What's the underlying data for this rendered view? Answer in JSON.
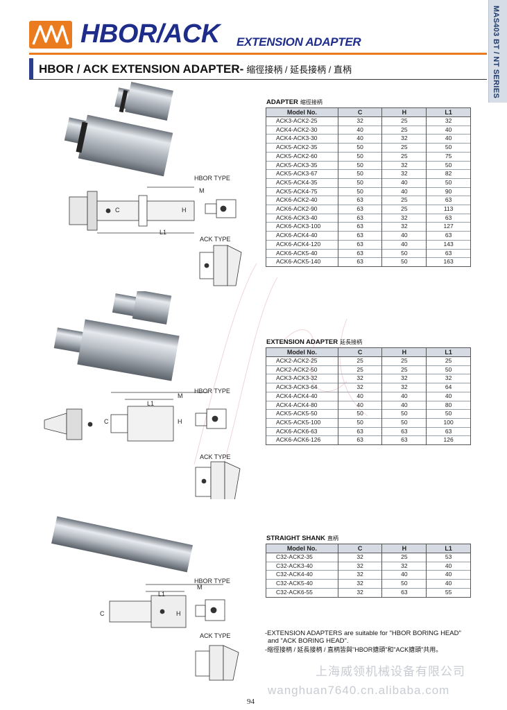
{
  "side_tab": "MAS403 BT / NT SERIES",
  "header": {
    "logo_text": "AW",
    "title": "HBOR/ACK",
    "subtitle": "EXTENSION ADAPTER",
    "section_heading": "HBOR / ACK EXTENSION ADAPTER-",
    "section_heading_cn": "缩徑接柄 / 延長接柄 / 直柄"
  },
  "labels": {
    "hbor_type": "HBOR TYPE",
    "ack_type": "ACK TYPE",
    "dim_m": "M",
    "dim_l1": "L1",
    "dim_c": "C",
    "dim_h": "H"
  },
  "tables": {
    "adapter": {
      "title": "ADAPTER",
      "title_cn": "缩徑接柄",
      "headers": [
        "Model No.",
        "C",
        "H",
        "L1"
      ],
      "rows": [
        [
          "ACK3-ACK2-25",
          "32",
          "25",
          "32"
        ],
        [
          "ACK4-ACK2-30",
          "40",
          "25",
          "40"
        ],
        [
          "ACK4-ACK3-30",
          "40",
          "32",
          "40"
        ],
        [
          "ACK5-ACK2-35",
          "50",
          "25",
          "50"
        ],
        [
          "ACK5-ACK2-60",
          "50",
          "25",
          "75"
        ],
        [
          "ACK5-ACK3-35",
          "50",
          "32",
          "50"
        ],
        [
          "ACK5-ACK3-67",
          "50",
          "32",
          "82"
        ],
        [
          "ACK5-ACK4-35",
          "50",
          "40",
          "50"
        ],
        [
          "ACK5-ACK4-75",
          "50",
          "40",
          "90"
        ],
        [
          "ACK6-ACK2-40",
          "63",
          "25",
          "63"
        ],
        [
          "ACK6-ACK2-90",
          "63",
          "25",
          "113"
        ],
        [
          "ACK6-ACK3-40",
          "63",
          "32",
          "63"
        ],
        [
          "ACK6-ACK3-100",
          "63",
          "32",
          "127"
        ],
        [
          "ACK6-ACK4-40",
          "63",
          "40",
          "63"
        ],
        [
          "ACK6-ACK4-120",
          "63",
          "40",
          "143"
        ],
        [
          "ACK6-ACK5-40",
          "63",
          "50",
          "63"
        ],
        [
          "ACK6-ACK5-140",
          "63",
          "50",
          "163"
        ]
      ]
    },
    "extension": {
      "title": "EXTENSION ADAPTER",
      "title_cn": "延長接柄",
      "headers": [
        "Model No.",
        "C",
        "H",
        "L1"
      ],
      "rows": [
        [
          "ACK2-ACK2-25",
          "25",
          "25",
          "25"
        ],
        [
          "ACK2-ACK2-50",
          "25",
          "25",
          "50"
        ],
        [
          "ACK3-ACK3-32",
          "32",
          "32",
          "32"
        ],
        [
          "ACK3-ACK3-64",
          "32",
          "32",
          "64"
        ],
        [
          "ACK4-ACK4-40",
          "40",
          "40",
          "40"
        ],
        [
          "ACK4-ACK4-80",
          "40",
          "40",
          "80"
        ],
        [
          "ACK5-ACK5-50",
          "50",
          "50",
          "50"
        ],
        [
          "ACK5-ACK5-100",
          "50",
          "50",
          "100"
        ],
        [
          "ACK6-ACK6-63",
          "63",
          "63",
          "63"
        ],
        [
          "ACK6-ACK6-126",
          "63",
          "63",
          "126"
        ]
      ]
    },
    "straight": {
      "title": "STRAIGHT SHANK",
      "title_cn": "直柄",
      "headers": [
        "Model No.",
        "C",
        "H",
        "L1"
      ],
      "rows": [
        [
          "C32-ACK2-35",
          "32",
          "25",
          "53"
        ],
        [
          "C32-ACK3-40",
          "32",
          "32",
          "40"
        ],
        [
          "C32-ACK4-40",
          "32",
          "40",
          "40"
        ],
        [
          "C32-ACK5-40",
          "32",
          "50",
          "40"
        ],
        [
          "C32-ACK6-55",
          "32",
          "63",
          "55"
        ]
      ]
    }
  },
  "notes": {
    "line1": "-EXTENSION ADAPTERS are suitable for \"HBOR BORING HEAD\"",
    "line2": "and \"ACK BORING HEAD\".",
    "line3": "-缩徑接柄 / 延長接柄 / 直柄皆與\"HBOR搪頭\"和\"ACK搪頭\"共用。"
  },
  "watermarks": {
    "company": "上海威领机械设备有限公司",
    "site": "wanghuan7640.cn.alibaba.com"
  },
  "page_number": "94"
}
